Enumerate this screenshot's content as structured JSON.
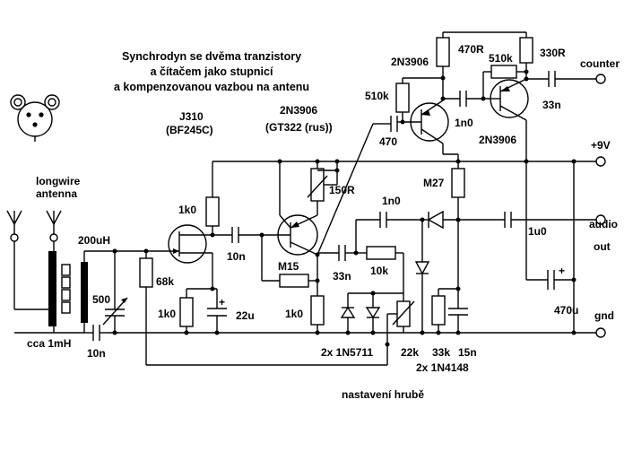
{
  "title": {
    "line1": "Synchrodyn se dvěma tranzistory",
    "line2": "a čítačem jako stupnicí",
    "line3": "a kompenzovanou vazbou na antenu"
  },
  "labels": {
    "j310": "J310",
    "bf245c": "(BF245C)",
    "q2_type": "2N3906",
    "q2_equiv": "(GT322 (rus))",
    "q3_type": "2N3906",
    "q4_type": "2N3906",
    "longwire1": "longwire",
    "longwire2": "antenna",
    "l_200uh": "200uH",
    "c_500": "500",
    "l_1mh": "cca 1mH",
    "c_10n_in": "10n",
    "r_68k": "68k",
    "r_1k0_src": "1k0",
    "r_1k0_drain": "1k0",
    "c_10n_cpl": "10n",
    "c_22u": "22u",
    "r_m15": "M15",
    "r_1k0_emit": "1k0",
    "r_150r": "150R",
    "c_33n_mid": "33n",
    "r_10k": "10k",
    "c_1n0_mid": "1n0",
    "r_m27": "M27",
    "c_1u0": "1u0",
    "d_1n5711": "2x 1N5711",
    "r_22k": "22k",
    "r_33k": "33k",
    "c_15n": "15n",
    "d_1n4148": "2x 1N4148",
    "nastaveni": "nastavení hrubě",
    "r_510k_a": "510k",
    "c_470": "470",
    "c_1n0_top": "1n0",
    "r_470r": "470R",
    "r_510k_b": "510k",
    "r_330r": "330R",
    "c_33n_top": "33n",
    "c_470u": "470u",
    "counter": "counter",
    "vplus": "+9V",
    "audio1": "audio",
    "audio2": "out",
    "gnd": "gnd",
    "plus_a": "+",
    "plus_b": "+"
  }
}
